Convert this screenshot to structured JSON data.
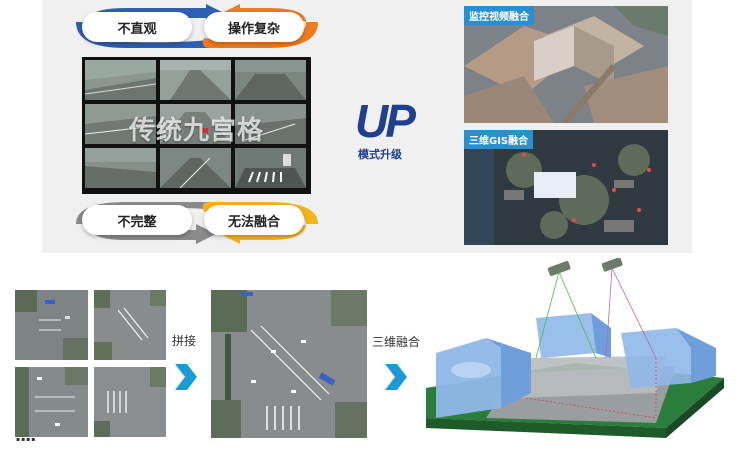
{
  "top": {
    "pills": {
      "not_intuitive": "不直观",
      "complex_operation": "操作复杂",
      "incomplete": "不完整",
      "cannot_fuse": "无法融合"
    },
    "grid_label": "传统九宫格",
    "up_logo": "UP",
    "up_subtitle": "模式升级",
    "right_titles": {
      "video_fusion": "监控视频融合",
      "gis_fusion": "三维GIS融合"
    }
  },
  "bottom": {
    "stitch_label": "拼接",
    "fusion_label": "三维融合"
  },
  "colors": {
    "blue_arrow": "#2f5fb0",
    "orange_arrow": "#f07a1e",
    "gray_arrow": "#8a8a8a",
    "yellow_arrow": "#f3b31b",
    "up_blue": "#1f3f8f",
    "chevron_blue": "#1b9ad6",
    "title_blue": "#2a8fd0"
  }
}
